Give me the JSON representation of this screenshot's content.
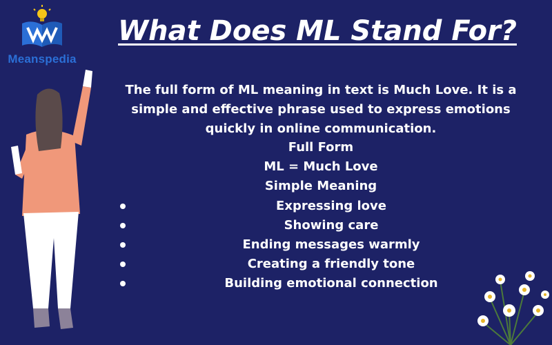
{
  "logo": {
    "text": "Meanspedia"
  },
  "title": "What Does ML Stand For?",
  "intro": "The full form of ML meaning in text is Much Love. It is a simple and effective phrase used to express emotions quickly in online communication.",
  "full_form_heading": "Full Form",
  "full_form_value": "ML = Much Love",
  "simple_meaning_heading": "Simple Meaning",
  "bullets": [
    "Expressing love",
    "Showing care",
    "Ending messages warmly",
    "Creating a friendly tone",
    "Building emotional connection"
  ],
  "colors": {
    "background": "#1d2266",
    "text": "#ffffff",
    "logo_blue": "#2b6fd6",
    "sweater": "#f0987a",
    "hair": "#5a4a4a"
  },
  "icons": [
    "book-logo-icon",
    "lightbulb-icon",
    "woman-illustration",
    "daisy-flowers-illustration"
  ]
}
